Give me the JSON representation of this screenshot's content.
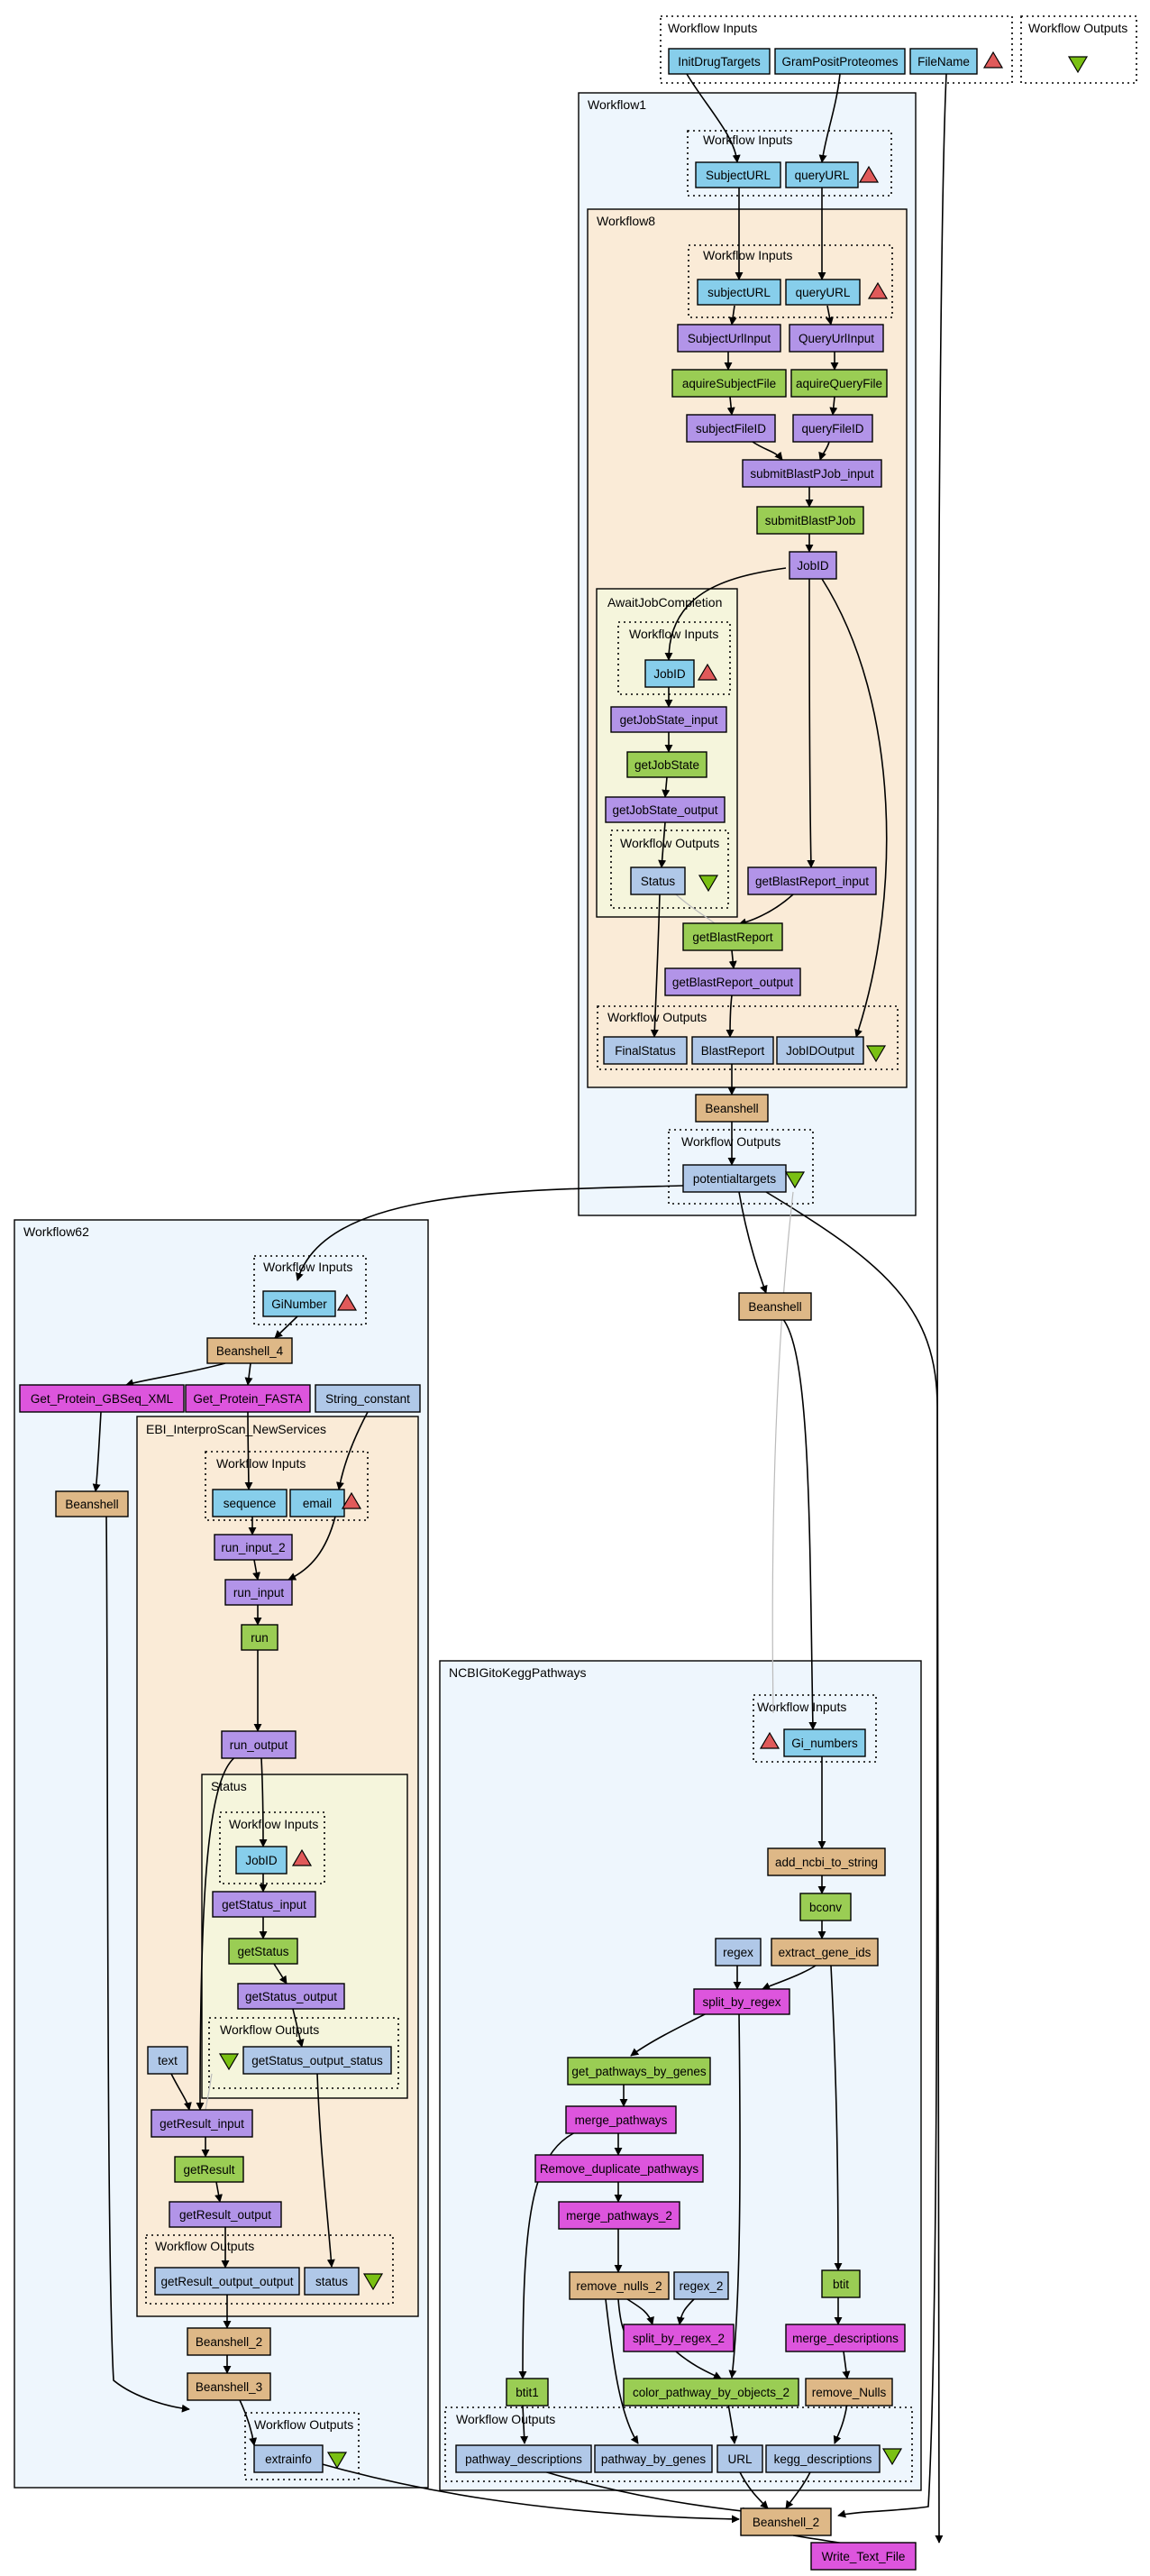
{
  "colors": {
    "input": "#87ceeb",
    "processor": "#b294e8",
    "service": "#9acd54",
    "beanshell": "#deb887",
    "output": "#b0c8e8",
    "xml": "#dd55dd",
    "workflow_bg": "#eef6fd",
    "nested_bg": "#faebd7",
    "inner_bg": "#f5f5dc",
    "triangle_up": "#e05a5a",
    "triangle_down": "#7ac013"
  },
  "clusters": {
    "top_inputs": "Workflow Inputs",
    "top_outputs": "Workflow Outputs",
    "wf1": "Workflow1",
    "wf1_inputs": "Workflow Inputs",
    "wf1_outputs": "Workflow Outputs",
    "wf8": "Workflow8",
    "wf8_inputs": "Workflow Inputs",
    "wf8_outputs": "Workflow Outputs",
    "await": "AwaitJobCompletion",
    "await_inputs": "Workflow Inputs",
    "await_outputs": "Workflow Outputs",
    "wf62": "Workflow62",
    "wf62_inputs": "Workflow Inputs",
    "wf62_outputs": "Workflow Outputs",
    "ebi": "EBI_InterproScan_NewServices",
    "ebi_inputs": "Workflow Inputs",
    "ebi_outputs": "Workflow Outputs",
    "status": "Status",
    "status_inputs": "Workflow Inputs",
    "status_outputs": "Workflow Outputs",
    "ncbi": "NCBIGitoKeggPathways",
    "ncbi_inputs": "Workflow Inputs",
    "ncbi_outputs": "Workflow Outputs"
  },
  "nodes": {
    "InitDrugTargets": "InitDrugTargets",
    "GramPositProteomes": "GramPositProteomes",
    "FileName": "FileName",
    "SubjectURL": "SubjectURL",
    "queryURL": "queryURL",
    "subjectURL_in": "subjectURL",
    "queryURL_in": "queryURL",
    "SubjectUrlInput": "SubjectUrlInput",
    "QueryUrlInput": "QueryUrlInput",
    "aquireSubjectFile": "aquireSubjectFile",
    "aquireQueryFile": "aquireQueryFile",
    "subjectFileID": "subjectFileID",
    "queryFileID": "queryFileID",
    "submitBlastPJob_input": "submitBlastPJob_input",
    "submitBlastPJob": "submitBlastPJob",
    "JobID": "JobID",
    "JobID_aw": "JobID",
    "getJobState_input": "getJobState_input",
    "getJobState": "getJobState",
    "getJobState_output": "getJobState_output",
    "Status": "Status",
    "getBlastReport_input": "getBlastReport_input",
    "getBlastReport": "getBlastReport",
    "getBlastReport_output": "getBlastReport_output",
    "FinalStatus": "FinalStatus",
    "BlastReport": "BlastReport",
    "JobIDOutput": "JobIDOutput",
    "Beanshell_wf1": "Beanshell",
    "potentialtargets": "potentialtargets",
    "Beanshell_mid": "Beanshell",
    "GiNumber": "GiNumber",
    "Beanshell_4": "Beanshell_4",
    "Get_Protein_GBSeq_XML": "Get_Protein_GBSeq_XML",
    "Get_Protein_FASTA": "Get_Protein_FASTA",
    "String_constant": "String_constant",
    "Beanshell_62": "Beanshell",
    "sequence": "sequence",
    "email": "email",
    "run_input_2": "run_input_2",
    "run_input": "run_input",
    "run": "run",
    "run_output": "run_output",
    "JobID_st": "JobID",
    "getStatus_input": "getStatus_input",
    "getStatus": "getStatus",
    "getStatus_output": "getStatus_output",
    "getStatus_output_status": "getStatus_output_status",
    "text": "text",
    "getResult_input": "getResult_input",
    "getResult": "getResult",
    "getResult_output": "getResult_output",
    "getResult_output_output": "getResult_output_output",
    "status": "status",
    "Beanshell_2_ebi": "Beanshell_2",
    "Beanshell_3": "Beanshell_3",
    "extrainfo": "extrainfo",
    "Gi_numbers": "Gi_numbers",
    "add_ncbi_to_string": "add_ncbi_to_string",
    "bconv": "bconv",
    "regex": "regex",
    "extract_gene_ids": "extract_gene_ids",
    "split_by_regex": "split_by_regex",
    "get_pathways_by_genes": "get_pathways_by_genes",
    "merge_pathways": "merge_pathways",
    "Remove_duplicate_pathways": "Remove_duplicate_pathways",
    "merge_pathways_2": "merge_pathways_2",
    "remove_nulls_2": "remove_nulls_2",
    "regex_2": "regex_2",
    "btit": "btit",
    "merge_descriptions": "merge_descriptions",
    "split_by_regex_2": "split_by_regex_2",
    "btit1": "btit1",
    "color_pathway_by_objects_2": "color_pathway_by_objects_2",
    "remove_Nulls": "remove_Nulls",
    "pathway_descriptions": "pathway_descriptions",
    "pathway_by_genes": "pathway_by_genes",
    "URL": "URL",
    "kegg_descriptions": "kegg_descriptions",
    "Beanshell_2_final": "Beanshell_2",
    "Write_Text_File": "Write_Text_File"
  }
}
